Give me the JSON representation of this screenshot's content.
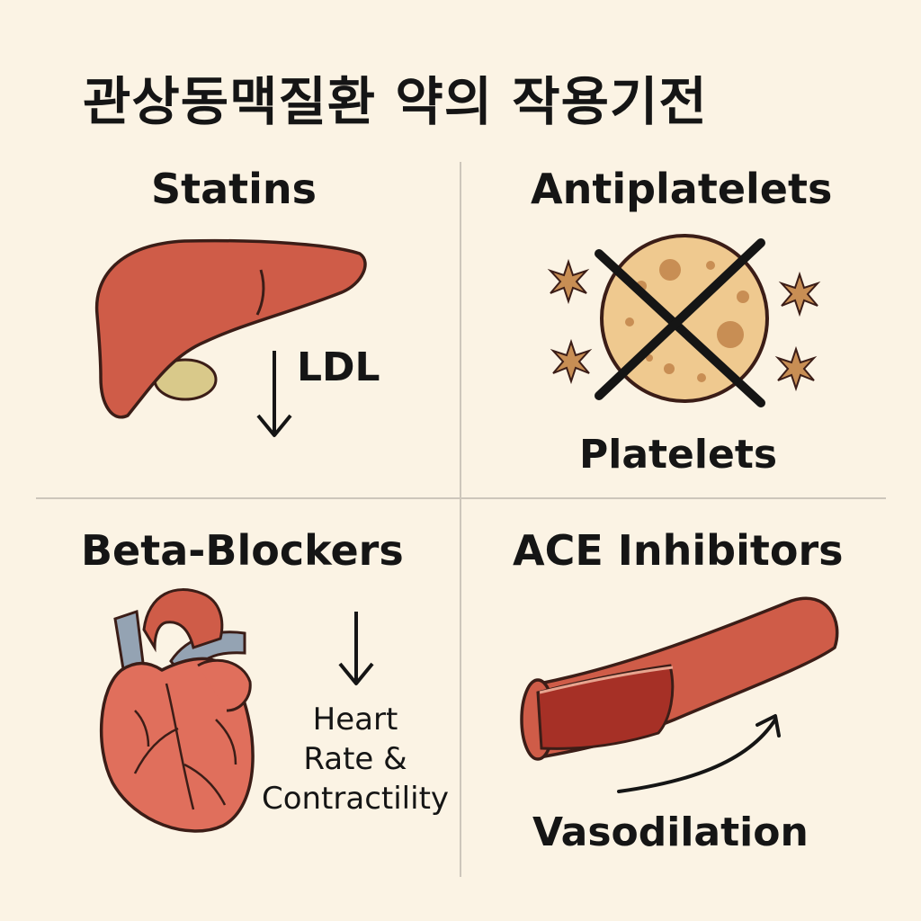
{
  "title": "관상동맥질환 약의 작용기전",
  "panels": [
    {
      "heading": "Statins",
      "caption": "LDL"
    },
    {
      "heading": "Antiplatelets",
      "caption": "Platelets"
    },
    {
      "heading": "Beta-Blockers",
      "caption_lines": [
        "Heart",
        "Rate &",
        "Contractility"
      ]
    },
    {
      "heading": "ACE Inhibitors",
      "caption": "Vasodilation"
    }
  ],
  "icons": [
    "liver-icon",
    "down-arrow-icon",
    "platelet-icon",
    "cross-mark-icon",
    "activated-platelet-icon",
    "heart-icon",
    "blood-vessel-icon",
    "curved-arrow-icon"
  ],
  "colors": {
    "background": "#fbf3e4",
    "organ_red": "#cf5c48",
    "outline": "#3b1d17",
    "platelet": "#efc98f",
    "platelet_dot": "#c88e54",
    "vessel_gray": "#94a3b3",
    "inner_lumen": "#a63026",
    "gallbladder": "#d9c98a"
  }
}
